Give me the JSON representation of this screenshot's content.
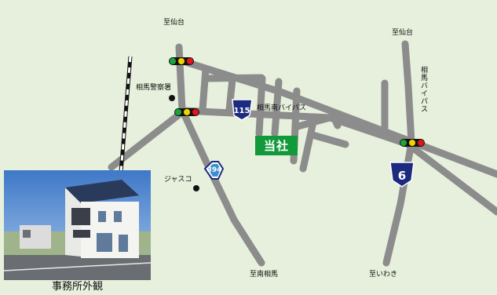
{
  "labels": {
    "to_sendai_left": "至仙台",
    "to_sendai_right": "至仙台",
    "police": "相馬警察署",
    "bypass_south": "相馬南バイパス",
    "bypass_vertical": "相馬バイパス",
    "jasco": "ジャスコ",
    "to_minamisoma": "至南相馬",
    "to_iwaki": "至いわき"
  },
  "company": "当社",
  "route_numbers": {
    "r115": "115",
    "r394": "394",
    "r6": "6"
  },
  "photo_caption": "事務所外観",
  "colors": {
    "background": "#e6f0dc",
    "road": "#8c8c8c",
    "company_fill": "#129a3a",
    "route_shield": "#1c2a80",
    "signal_red": "#e0161a",
    "signal_yellow": "#f2d300",
    "signal_green": "#1aa53c"
  },
  "icons": [
    "traffic-signal-icon",
    "route-shield-icon",
    "landmark-dot-icon",
    "railway-line"
  ]
}
